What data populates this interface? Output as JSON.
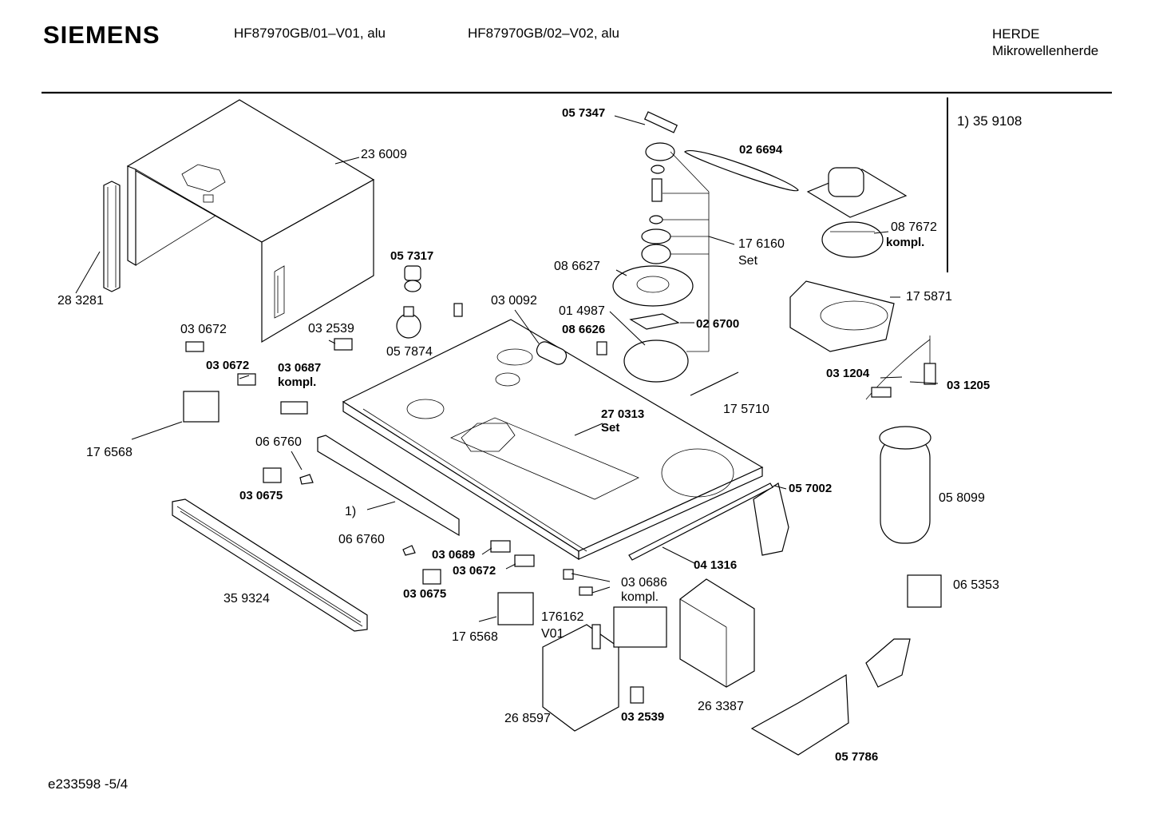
{
  "header": {
    "brand": "SIEMENS",
    "model_a": "HF87970GB/01–V01, alu",
    "model_b": "HF87970GB/02–V02, alu",
    "category_line1": "HERDE",
    "category_line2": "Mikrowellenherde"
  },
  "footnote": "1)  35 9108",
  "doc_id": "e233598 -5/4",
  "labels": {
    "p057347": "05 7347",
    "p026694": "02 6694",
    "p236009": "23 6009",
    "p283281": "28 3281",
    "p087672": "08 7672",
    "kompl_1": "kompl.",
    "p176160": "17 6160",
    "set_1": "Set",
    "p057317": "05 7317",
    "p086627": "08 6627",
    "p175871": "17 5871",
    "p030092": "03 0092",
    "p014987": "01 4987",
    "p026700": "02 6700",
    "p030672_a": "03 0672",
    "p032539_a": "03 2539",
    "p057874": "05 7874",
    "p086626": "08 6626",
    "p030672_b": "03 0672",
    "p030687": "03 0687",
    "kompl_2": "kompl.",
    "p031204": "03 1204",
    "p031205": "03 1205",
    "p175710": "17 5710",
    "p270313": "27 0313",
    "set_2": "Set",
    "p176568_a": "17 6568",
    "p066760_a": "06 6760",
    "p030675_a": "03 0675",
    "p057002": "05 7002",
    "p058099": "05 8099",
    "one_paren": "1)",
    "p066760_b": "06 6760",
    "p030689": "03 0689",
    "p030672_c": "03 0672",
    "p041316": "04 1316",
    "p030686": "03 0686",
    "kompl_3": "kompl.",
    "p065353": "06 5353",
    "p359324": "35 9324",
    "p030675_b": "03 0675",
    "p176162": "176162",
    "v01": "V01",
    "p176568_b": "17 6568",
    "p268597": "26 8597",
    "p032539_b": "03 2539",
    "p263387": "26 3387",
    "p057786": "05 7786"
  }
}
